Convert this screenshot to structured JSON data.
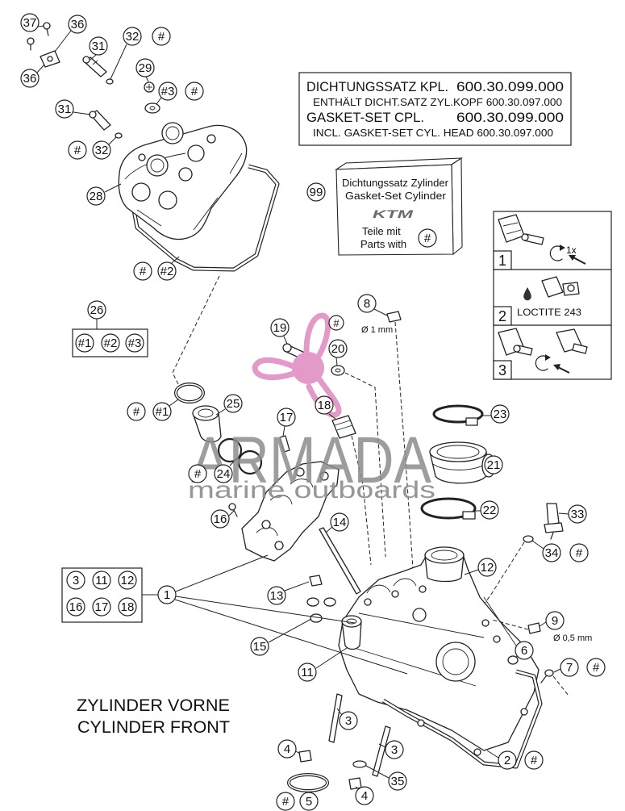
{
  "callouts": [
    "37",
    "36",
    "36",
    "31",
    "32",
    "#",
    "29",
    "#3",
    "#",
    "31",
    "#",
    "32",
    "28",
    "#",
    "#2",
    "26",
    "#1",
    "#2",
    "#3",
    "99",
    "8",
    "#",
    "19",
    "20",
    "18",
    "#",
    "#1",
    "25",
    "17",
    "23",
    "21",
    "#",
    "24",
    "16",
    "14",
    "22",
    "33",
    "34",
    "#",
    "12",
    "13",
    "3",
    "11",
    "12",
    "16",
    "17",
    "18",
    "1",
    "15",
    "11",
    "9",
    "6",
    "7",
    "#",
    "3",
    "4",
    "3",
    "2",
    "#",
    "35",
    "4",
    "#",
    "5"
  ],
  "gasket_set_box": {
    "line1_label": "DICHTUNGSSATZ KPL.",
    "line1_number": "600.30.099.000",
    "line2": "ENTHÄLT DICHT.SATZ ZYL.KOPF 600.30.097.000",
    "line3_label": "GASKET-SET CPL.",
    "line3_number": "600.30.099.000",
    "line4": "INCL. GASKET-SET CYL. HEAD 600.30.097.000"
  },
  "cylinder_gasket_box": {
    "line1": "Dichtungssatz Zylinder",
    "line2": "Gasket-Set Cylinder",
    "logo": "KTM",
    "line3": "Teile mit",
    "line4": "Parts with",
    "marker": "#"
  },
  "assembly_steps": [
    {
      "number": "1",
      "note": "1x"
    },
    {
      "number": "2",
      "note": "LOCTITE 243"
    },
    {
      "number": "3"
    }
  ],
  "dimensions": {
    "plug_8": "Ø 1 mm",
    "plug_9": "Ø 0,5 mm"
  },
  "caption": {
    "line1": "ZYLINDER VORNE",
    "line2": "CYLINDER FRONT"
  },
  "watermark": {
    "name": "ARMADA",
    "tagline": "marine outboards"
  },
  "colors": {
    "line": "#222222",
    "watermark_text": "#8c8c8c",
    "logo_pink": "#e39ac8"
  }
}
